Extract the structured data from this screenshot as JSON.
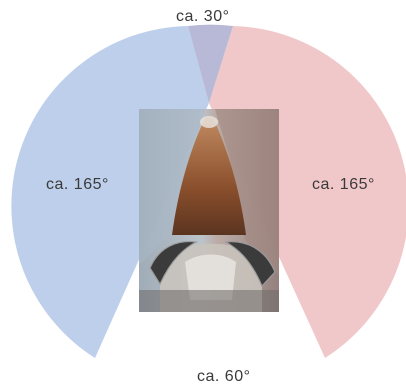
{
  "labels": {
    "binocular_top": "ca. 30°",
    "left_field": "ca. 165°",
    "right_field": "ca. 165°",
    "blind_spot_bottom": "ca. 60°"
  },
  "colors": {
    "left_field": "#b7cbe9",
    "right_field": "#f0c3c6",
    "overlap": "#b8b9d6",
    "text": "#3a3a3a"
  }
}
